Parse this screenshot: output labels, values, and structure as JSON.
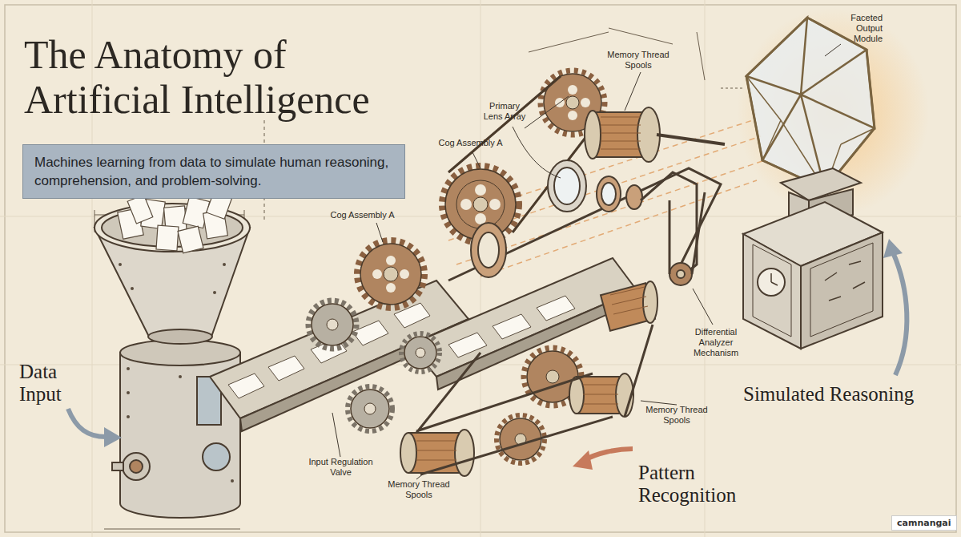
{
  "diagram": {
    "title": "The Anatomy of Artificial Intelligence",
    "caption": "Machines learning from data to simulate human reasoning, comprehension, and problem-solving.",
    "labels": [
      "Faceted Output Module",
      "Memory Thread Spools",
      "Primary Lens Array",
      "Cog Assembly A",
      "Cog Assembly A",
      "Differential Analyzer Mechanism",
      "Data Input",
      "Simulated Reasoning",
      "Memory Thread Spools",
      "Input Regulation Valve",
      "Pattern Recognition",
      "Memory Thread Spools",
      "camnangai"
    ]
  }
}
